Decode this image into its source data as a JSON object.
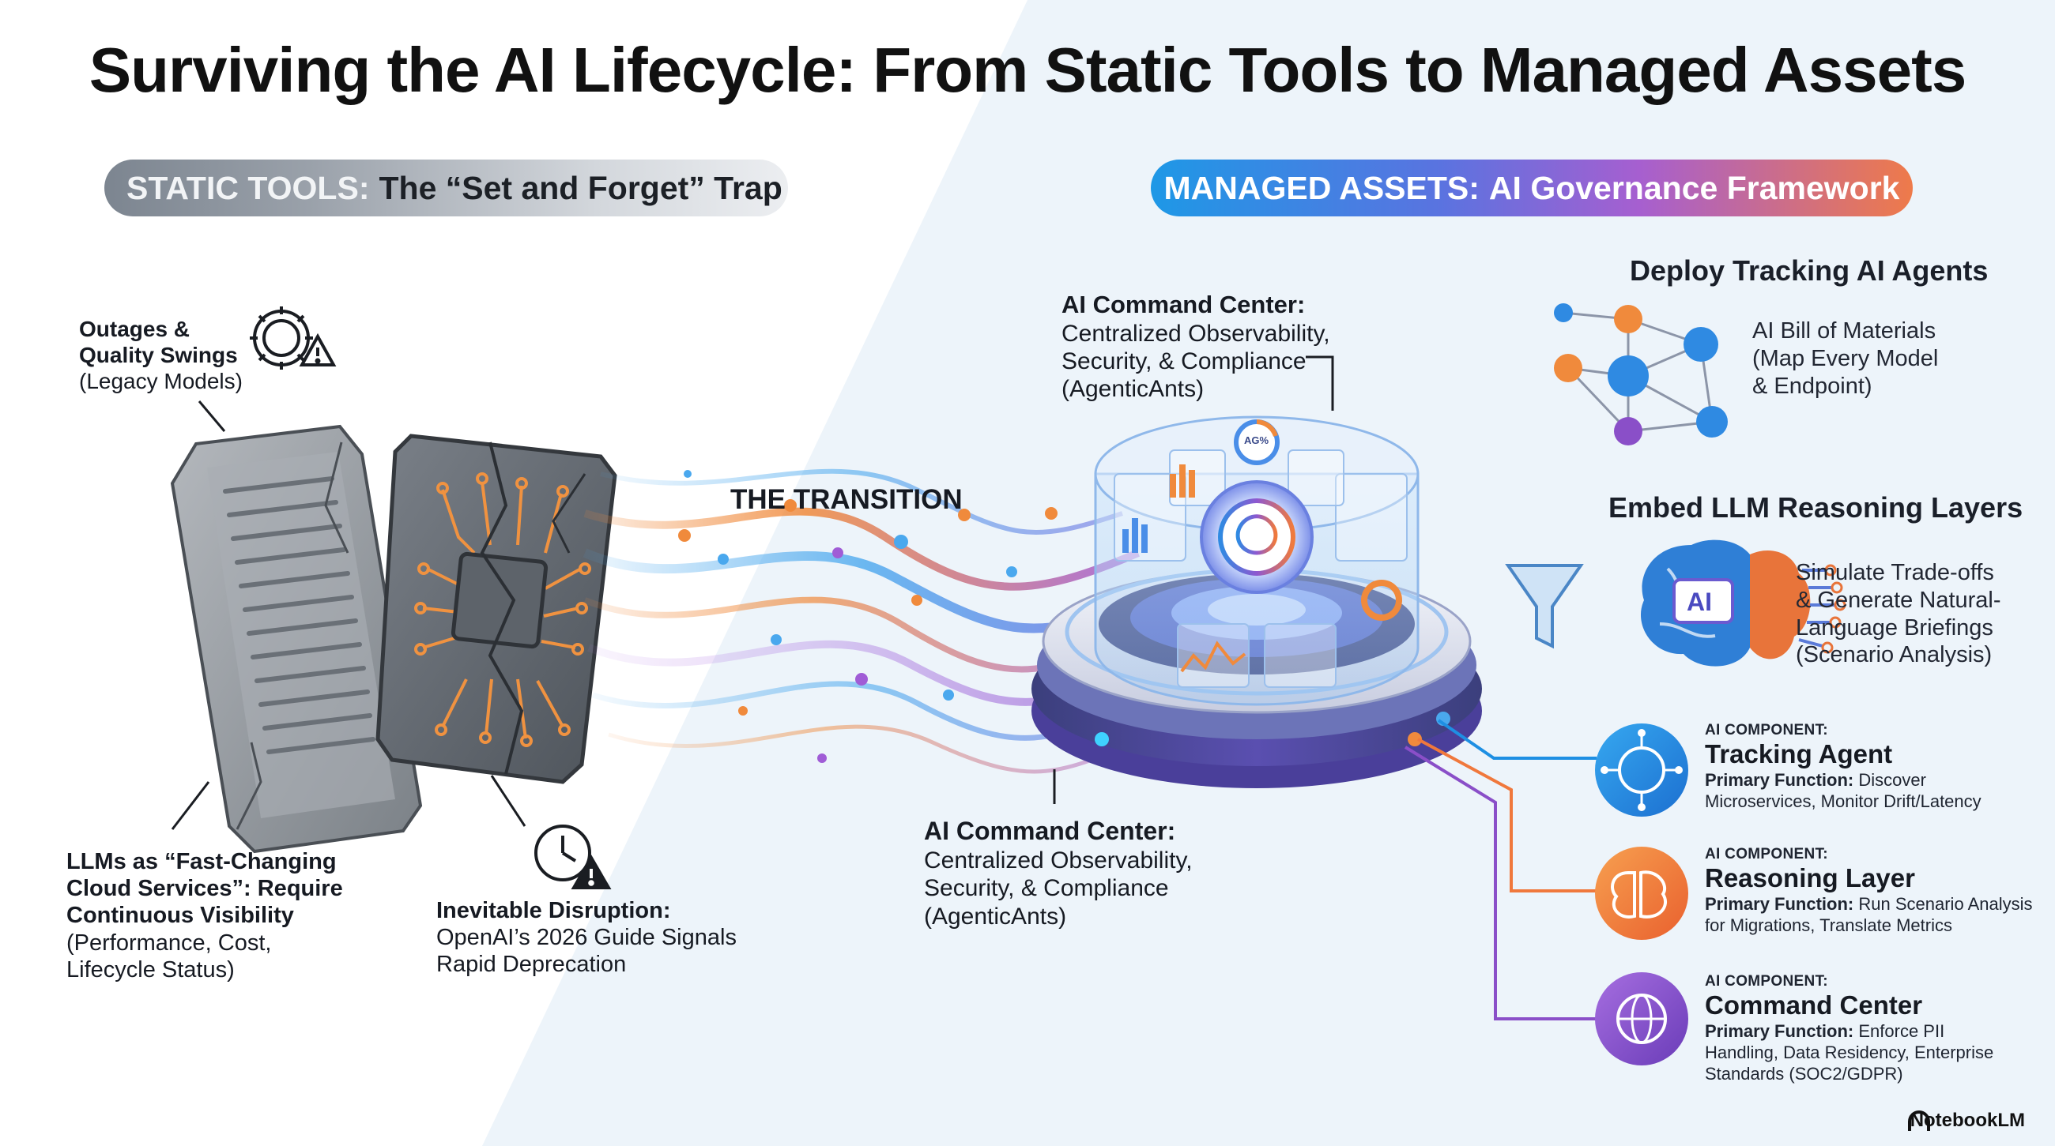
{
  "title": "Surviving the AI Lifecycle: From Static Tools to Managed Assets",
  "left_banner": {
    "key": "STATIC TOOLS:",
    "value": "The “Set and Forget” Trap"
  },
  "right_banner": {
    "key": "MANAGED ASSETS:",
    "value": "AI Governance Framework"
  },
  "outages": {
    "line1": "Outages &",
    "line2": "Quality Swings",
    "line3": "(Legacy Models)"
  },
  "llms": {
    "line1": "LLMs as “Fast-Changing",
    "line2": "Cloud Services”: Require",
    "line3": "Continuous Visibility",
    "line4": "(Performance, Cost,",
    "line5": "Lifecycle Status)"
  },
  "disruption": {
    "line1": "Inevitable Disruption:",
    "line2": "OpenAI’s 2026 Guide Signals",
    "line3": "Rapid Deprecation"
  },
  "transition_label": "THE TRANSITION",
  "command_top": {
    "line1": "AI Command Center:",
    "line2": "Centralized Observability,",
    "line3": "Security, & Compliance",
    "line4": "(AgenticAnts)"
  },
  "command_bottom": {
    "line1": "AI Command Center:",
    "line2": "Centralized Observability,",
    "line3": "Security, & Compliance",
    "line4": "(AgenticAnts)"
  },
  "dial_text": "AG%",
  "ai_badge": "AI",
  "deploy": {
    "heading": "Deploy Tracking AI Agents",
    "line1": "AI Bill of Materials",
    "line2": "(Map Every Model",
    "line3": "& Endpoint)"
  },
  "embed": {
    "heading": "Embed LLM Reasoning Layers",
    "line1": "Simulate Trade-offs",
    "line2": "& Generate Natural-",
    "line3": "Language Briefings",
    "line4": "(Scenario Analysis)"
  },
  "components": [
    {
      "tag": "AI COMPONENT:",
      "name": "Tracking Agent",
      "func_label": "Primary Function:",
      "func_line1": "Discover",
      "func_line2": "Microservices, Monitor Drift/Latency",
      "func_line3": "",
      "color": "#1e8fe3"
    },
    {
      "tag": "AI COMPONENT:",
      "name": "Reasoning Layer",
      "func_label": "Primary Function:",
      "func_line1": "Run Scenario Analysis",
      "func_line2": "for Migrations, Translate Metrics",
      "func_line3": "",
      "color": "#f0783c"
    },
    {
      "tag": "AI COMPONENT:",
      "name": "Command Center",
      "func_label": "Primary Function:",
      "func_line1": "Enforce PII",
      "func_line2": "Handling, Data Residency, Enterprise",
      "func_line3": "Standards (SOC2/GDPR)",
      "color": "#8a4fc8"
    }
  ],
  "watermark": "NotebookLM"
}
